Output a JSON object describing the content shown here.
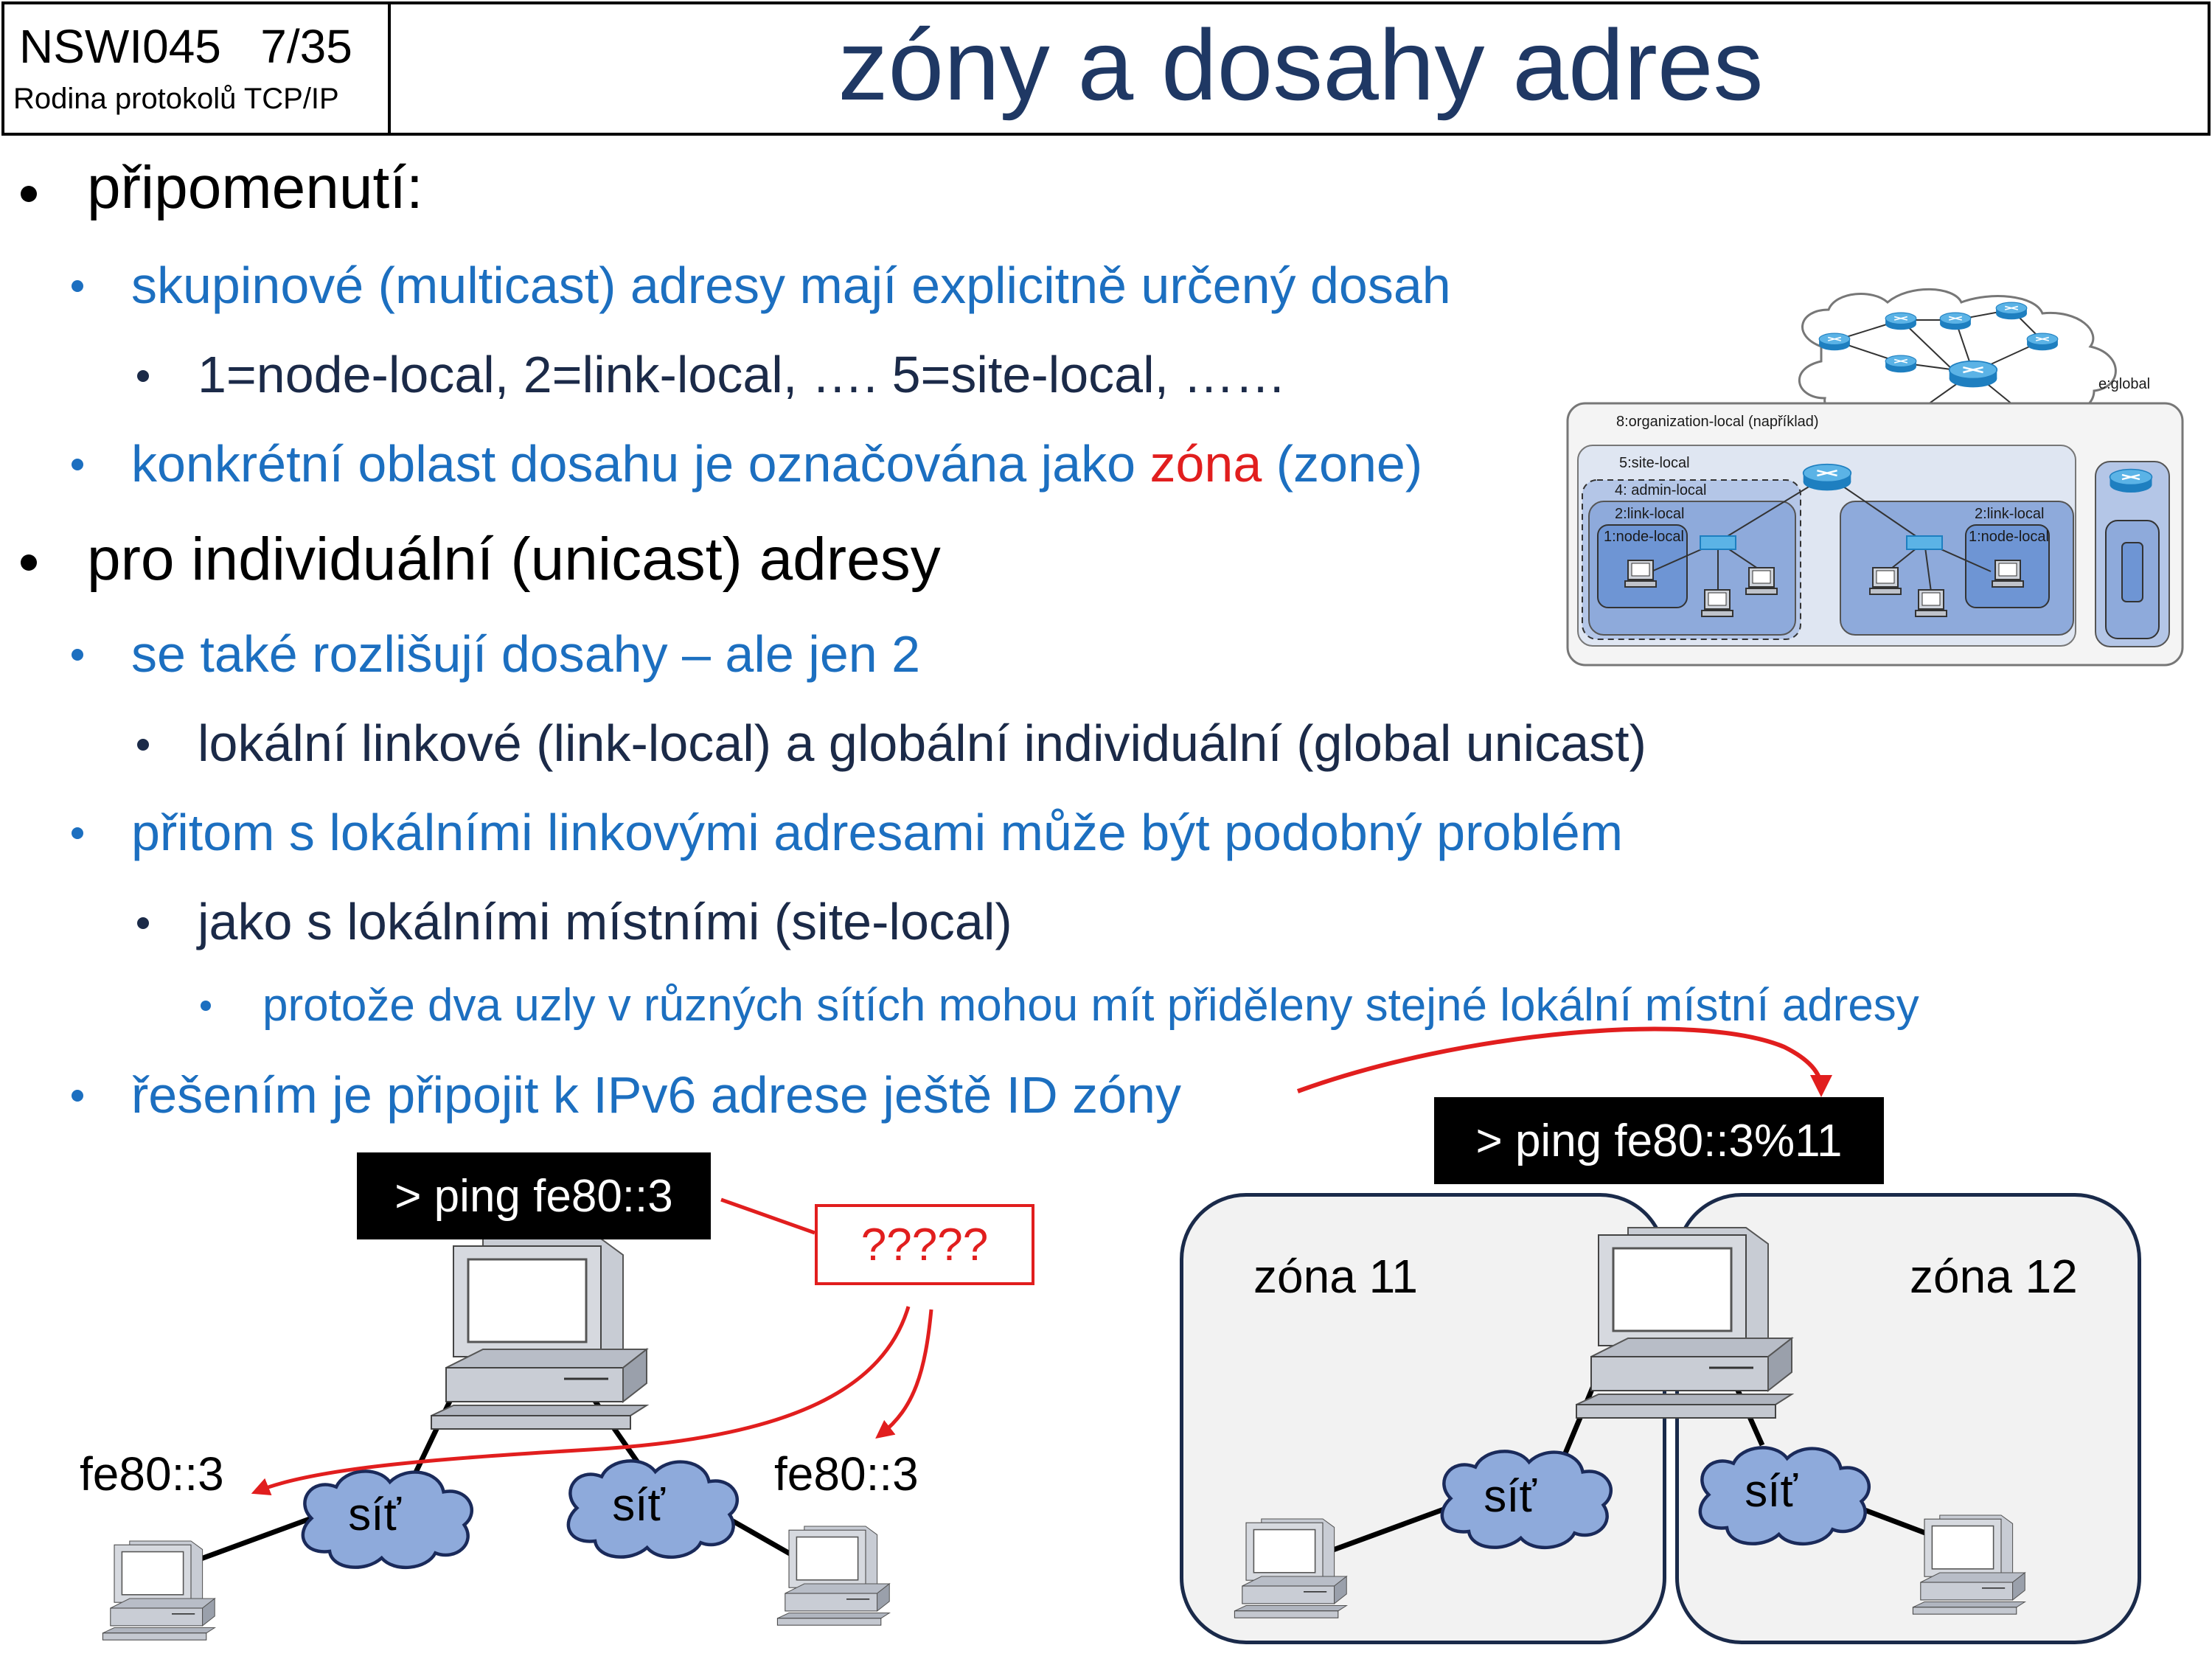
{
  "header": {
    "course_code": "NSWI045",
    "page": "7/35",
    "course_name": "Rodina protokolů TCP/IP",
    "title": "zóny a dosahy adres"
  },
  "bullets": {
    "b1": "připomenutí:",
    "b1_1": "skupinové (multicast) adresy mají explicitně určený dosah",
    "b1_1_1": "1=node-local, 2=link-local, …. 5=site-local, ……",
    "b1_2_pre": "konkrétní oblast dosahu je označována jako ",
    "b1_2_red": "zóna",
    "b1_2_post": " (zone)",
    "b2": "pro individuální (unicast) adresy",
    "b2_1": "se také rozlišují dosahy – ale jen 2",
    "b2_1_1": "lokální linkové (link-local) a globální individuální (global unicast)",
    "b2_2": "přitom s lokálními linkovými adresami může být podobný problém",
    "b2_2_1": "jako s lokálními místními (site-local)",
    "b2_2_1_1": "protože dva uzly v různých sítích mohou mít přiděleny stejné lokální místní adresy",
    "b2_3": "řešením je připojit k IPv6 adrese ještě ID zóny"
  },
  "scope_diagram": {
    "global": "e:global",
    "org": "8:organization-local (například)",
    "site": "5:site-local",
    "admin": "4: admin-local",
    "link_left": "2:link-local",
    "node_left": "1:node-local",
    "link_right": "2:link-local",
    "node_right": "1:node-local"
  },
  "left_example": {
    "command": "> ping fe80::3",
    "question": "?????",
    "addr_left": "fe80::3",
    "addr_right": "fe80::3",
    "cloud_left": "síť",
    "cloud_right": "síť"
  },
  "right_example": {
    "command": "> ping fe80::3%11",
    "zone_left": "zóna 11",
    "zone_right": "zóna 12",
    "cloud_left": "síť",
    "cloud_right": "síť"
  },
  "colors": {
    "title": "#1f3864",
    "level2": "#1c6fc0",
    "level3": "#1b2a48",
    "highlight": "#e11e1e",
    "cloud": "#8eaadb"
  }
}
